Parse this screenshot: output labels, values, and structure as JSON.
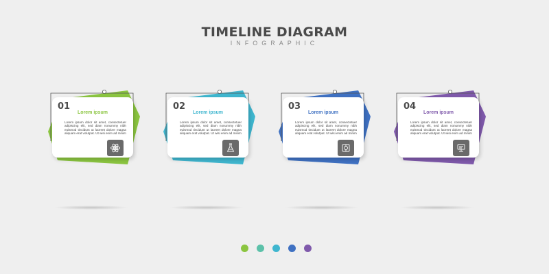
{
  "title": "TIMELINE DIAGRAM",
  "subtitle": "INFOGRAPHIC",
  "steps": [
    {
      "number": "01",
      "heading": "Lorem ipsum",
      "body": "Lorem ipsum dolor sit amet, consectetuer adipiscing elit, sed diam nonummy nibh euismod tincidunt ut laoreet dolore magna aliquam erat volutpat. Ut wisi enim ad minim",
      "color": "#8bc540",
      "icon": "atom-icon"
    },
    {
      "number": "02",
      "heading": "Lorem ipsum",
      "body": "Lorem ipsum dolor sit amet, consectetuer adipiscing elit, sed diam nonummy nibh euismod tincidunt ut laoreet dolore magna aliquam erat volutpat. Ut wisi enim ad minim",
      "color": "#3fb6cf",
      "icon": "flask-icon"
    },
    {
      "number": "03",
      "heading": "Lorem ipsum",
      "body": "Lorem ipsum dolor sit amet, consectetuer adipiscing elit, sed diam nonummy nibh euismod tincidunt ut laoreet dolore magna aliquam erat volutpat. Ut wisi enim ad minim",
      "color": "#3f71c2",
      "icon": "chemistry-icon"
    },
    {
      "number": "04",
      "heading": "Lorem ipsum",
      "body": "Lorem ipsum dolor sit amet, consectetuer adipiscing elit, sed diam nonummy nibh euismod tincidunt ut laoreet dolore magna aliquam erat volutpat. Ut wisi enim ad minim",
      "color": "#7f59ab",
      "icon": "microscope-icon"
    }
  ],
  "dots": [
    "#8bc540",
    "#5cc1a9",
    "#3fb6cf",
    "#3f71c2",
    "#7f59ab"
  ]
}
